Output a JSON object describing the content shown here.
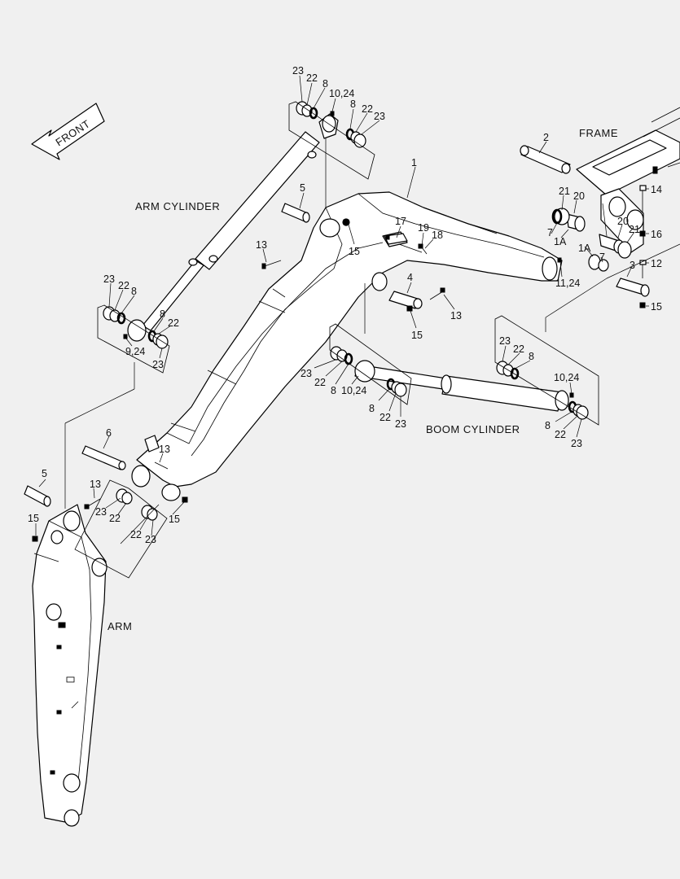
{
  "titles": {
    "arm_cylinder": "ARM CYLINDER",
    "boom_cylinder": "BOOM CYLINDER",
    "arm": "ARM",
    "frame": "FRAME",
    "front": "FRONT"
  },
  "callouts": {
    "c1": "1",
    "c2": "2",
    "c3": "3",
    "c4": "4",
    "c5a": "5",
    "c5b": "5",
    "c6": "6",
    "c7a": "7",
    "c7b": "7",
    "c1a_a": "1A",
    "c1a_b": "1A",
    "c8_a": "8",
    "c8_b": "8",
    "c8_c": "8",
    "c8_d": "8",
    "c8_e": "8",
    "c8_f": "8",
    "c8_g": "8",
    "c8_h": "8",
    "c10_24_a": "10,24",
    "c10_24_b": "10,24",
    "c10_24_c": "10,24",
    "c9_24": "9,24",
    "c11_24": "11,24",
    "c12": "12",
    "c13_a": "13",
    "c13_b": "13",
    "c13_c": "13",
    "c13_d": "13",
    "c14": "14",
    "c15_a": "15",
    "c15_b": "15",
    "c15_c": "15",
    "c15_d": "15",
    "c15_e": "15",
    "c16": "16",
    "c17": "17",
    "c18": "18",
    "c19": "19",
    "c20_a": "20",
    "c20_b": "20",
    "c21_a": "21",
    "c21_b": "21",
    "c22_a": "22",
    "c22_b": "22",
    "c22_c": "22",
    "c22_d": "22",
    "c22_e": "22",
    "c22_f": "22",
    "c22_g": "22",
    "c22_h": "22",
    "c22_i": "22",
    "c22_j": "22",
    "c23_a": "23",
    "c23_b": "23",
    "c23_c": "23",
    "c23_d": "23",
    "c23_e": "23",
    "c23_f": "23",
    "c23_g": "23",
    "c23_h": "23",
    "c23_i": "23",
    "c23_j": "23"
  }
}
